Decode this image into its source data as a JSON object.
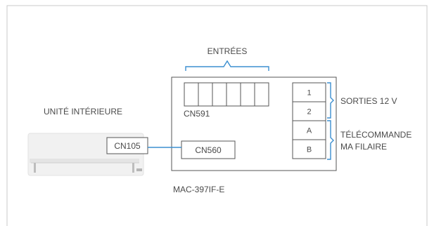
{
  "labels": {
    "inputs": "ENTRÉES",
    "indoor_unit": "UNITÉ INTÉRIEURE",
    "cn105": "CN105",
    "cn560": "CN560",
    "cn591": "CN591",
    "module": "MAC-397IF-E",
    "outputs": "SORTIES 12 V",
    "remote_line1": "TÉLÉCOMMANDE",
    "remote_line2": "MA FILAIRE"
  },
  "terminals": [
    "1",
    "2",
    "A",
    "B"
  ],
  "input_slot_count": 6,
  "colors": {
    "frame": "#c8c8c8",
    "stroke": "#555555",
    "text": "#4a4a4a",
    "accent_blue": "#3b8fd0",
    "unit_body": "#f1f1f1"
  }
}
